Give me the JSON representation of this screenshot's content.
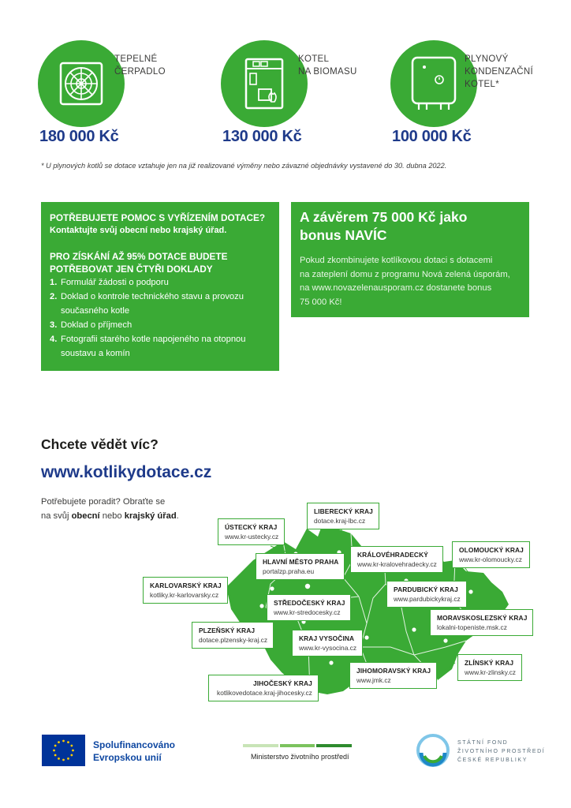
{
  "heating": [
    {
      "label_lines": [
        "TEPELNÉ",
        "ČERPADLO"
      ],
      "price": "180 000 Kč",
      "icon": "heat-pump-icon"
    },
    {
      "label_lines": [
        "KOTEL",
        "NA BIOMASU"
      ],
      "price": "130 000 Kč",
      "icon": "biomass-boiler-icon"
    },
    {
      "label_lines": [
        "PLYNOVÝ",
        "KONDENZAČNÍ",
        "KOTEL*"
      ],
      "price": "100 000 Kč",
      "icon": "gas-boiler-icon"
    }
  ],
  "footnote": "*   U plynových kotlů se dotace vztahuje jen na již realizované výměny nebo závazné objednávky vystavené do 30. dubna 2022.",
  "help_box": {
    "heading": "POTŘEBUJETE POMOC S VYŘÍZENÍM DOTACE?",
    "subheading": "Kontaktujte svůj obecní nebo krajský úřad.",
    "docs_heading_1": "PRO ZÍSKÁNÍ AŽ 95% DOTACE BUDETE",
    "docs_heading_2": "POTŘEBOVAT JEN ČTYŘI DOKLADY",
    "steps": [
      {
        "num": "1.",
        "lines": [
          "Formulář žádosti o podporu"
        ]
      },
      {
        "num": "2.",
        "lines": [
          "Doklad o kontrole technického stavu a provozu",
          "současného kotle"
        ]
      },
      {
        "num": "3.",
        "lines": [
          "Doklad o příjmech"
        ]
      },
      {
        "num": "4.",
        "lines": [
          "Fotografii starého kotle napojeného na otopnou",
          "soustavu a komín"
        ]
      }
    ]
  },
  "bonus_box": {
    "title_1": "A závěrem 75 000 Kč jako",
    "title_2": "bonus NAVÍC",
    "body_lines": [
      "Pokud zkombinujete kotlíkovou dotaci s dotacemi",
      "na zateplení domu z programu Nová zelená úsporám,",
      "na www.novazelenausporam.cz dostanete bonus",
      "75 000 Kč!"
    ]
  },
  "more_info": {
    "heading": "Chcete vědět víc?",
    "url": "www.kotlikydotace.cz",
    "advice_line1": "Potřebujete poradit? Obraťte se",
    "advice_pre": "na svůj ",
    "advice_b1": "obecní",
    "advice_mid": " nebo ",
    "advice_b2": "krajský úřad",
    "advice_end": "."
  },
  "regions": [
    {
      "name": "LIBERECKÝ KRAJ",
      "url": "dotace.kraj-lbc.cz"
    },
    {
      "name": "ÚSTECKÝ KRAJ",
      "url": "www.kr-ustecky.cz"
    },
    {
      "name": "KRÁLOVÉHRADECKÝ",
      "url": "www.kr-kralovehradecky.cz"
    },
    {
      "name": "OLOMOUCKÝ KRAJ",
      "url": "www.kr-olomoucky.cz"
    },
    {
      "name": "HLAVNÍ MĚSTO PRAHA",
      "url": "portalzp.praha.eu"
    },
    {
      "name": "KARLOVARSKÝ KRAJ",
      "url": "kotliky.kr-karlovarsky.cz"
    },
    {
      "name": "PARDUBICKÝ KRAJ",
      "url": "www.pardubickykraj.cz"
    },
    {
      "name": "STŘEDOČESKÝ KRAJ",
      "url": "www.kr-stredocesky.cz"
    },
    {
      "name": "MORAVSKOSLEZSKÝ KRAJ",
      "url": "lokalni-topeniste.msk.cz"
    },
    {
      "name": "PLZEŇSKÝ KRAJ",
      "url": "dotace.plzensky-kraj.cz"
    },
    {
      "name": "KRAJ VYSOČINA",
      "url": "www.kr-vysocina.cz"
    },
    {
      "name": "ZLÍNSKÝ KRAJ",
      "url": "www.kr-zlinsky.cz"
    },
    {
      "name": "JIHOMORAVSKÝ KRAJ",
      "url": "www.jmk.cz"
    },
    {
      "name": "JIHOČESKÝ KRAJ",
      "url": "kotlikovedotace.kraj-jihocesky.cz"
    }
  ],
  "footer": {
    "eu_line1": "Spolufinancováno",
    "eu_line2": "Evropskou unií",
    "ministry": "Ministerstvo životního prostředí",
    "ministry_bar_colors": [
      "#c8e4b7",
      "#7cc35e",
      "#2e8b2e"
    ],
    "sfzp_lines": [
      "STÁTNÍ FOND",
      "ŽIVOTNÍHO PROSTŘEDÍ",
      "ČESKÉ REPUBLIKY"
    ]
  },
  "colors": {
    "green": "#3aaa35",
    "navy": "#1e3a8a",
    "eu_blue": "#003399"
  }
}
